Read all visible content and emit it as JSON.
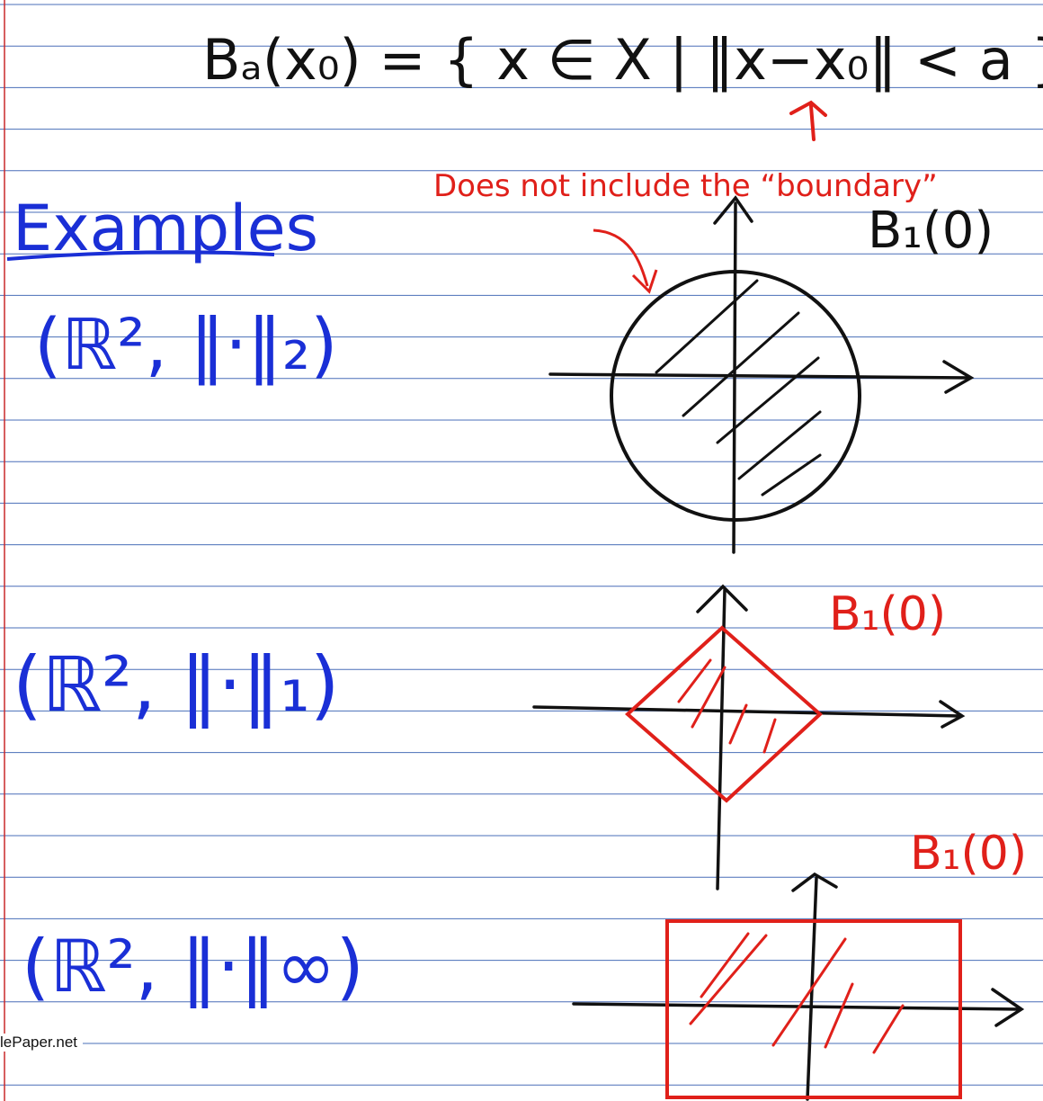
{
  "heading": {
    "ball_definition": "Bₐ(x₀) = { x ∈ X | ‖x−x₀‖ < a }"
  },
  "section_title": "Examples",
  "examples": [
    {
      "space": "(ℝ², ‖·‖₂)",
      "ball_label": "B₁(0)",
      "shape": "disk",
      "stroke": "#111111"
    },
    {
      "space": "(ℝ², ‖·‖₁)",
      "ball_label": "B₁(0)",
      "shape": "diamond",
      "stroke": "#e0201a"
    },
    {
      "space": "(ℝ², ‖·‖∞)",
      "ball_label": "B₁(0)",
      "shape": "square",
      "stroke": "#e0201a"
    }
  ],
  "annotation": "Does not include the “boundary”",
  "footer": "lePaper.net",
  "colors": {
    "ink_black": "#111111",
    "ink_blue": "#1a2fd6",
    "ink_red": "#e0201a",
    "rule_line": "#4a6fb8",
    "margin_line": "#c8282a"
  }
}
